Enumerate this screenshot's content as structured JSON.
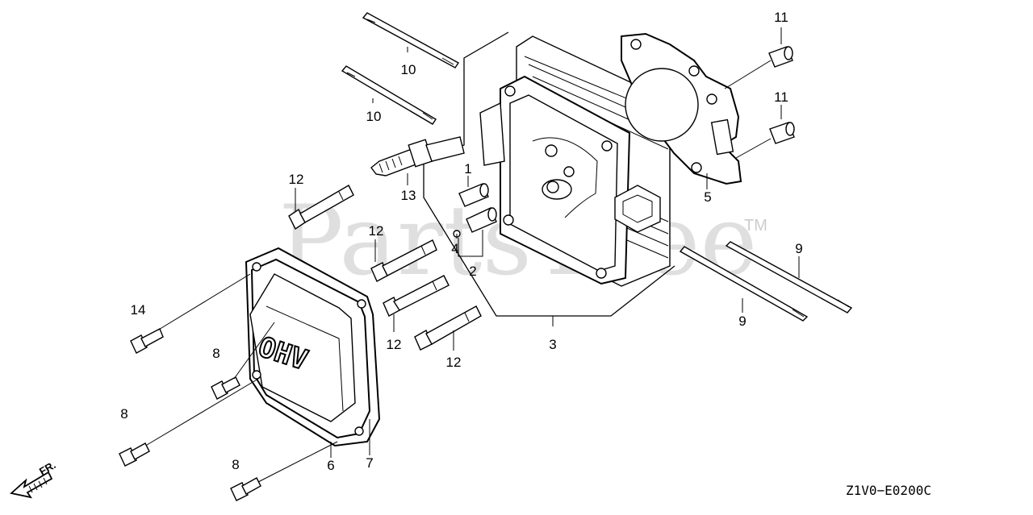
{
  "diagram": {
    "watermark": "PartsTree",
    "watermark_tm": "TM",
    "diagram_code": "Z1V0−E0200C",
    "direction_label": "FR.",
    "cover_marking": "OHV",
    "callouts": {
      "c1": "1",
      "c2": "2",
      "c3": "3",
      "c4": "4",
      "c5": "5",
      "c6": "6",
      "c7": "7",
      "c8a": "8",
      "c8b": "8",
      "c8c": "8",
      "c9a": "9",
      "c9b": "9",
      "c10a": "10",
      "c10b": "10",
      "c11a": "11",
      "c11b": "11",
      "c12a": "12",
      "c12b": "12",
      "c12c": "12",
      "c12d": "12",
      "c13": "13",
      "c14": "14"
    }
  }
}
